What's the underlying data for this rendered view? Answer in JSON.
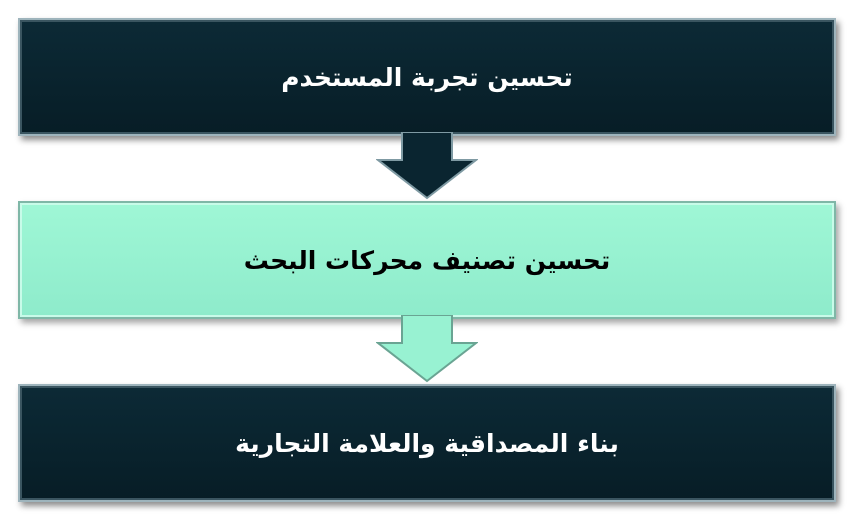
{
  "steps": [
    {
      "label": "تحسين تجربة المستخدم",
      "fill": "#0a2530",
      "text_color": "#ffffff"
    },
    {
      "label": "تحسين تصنيف محركات البحث",
      "fill": "#98f2d2",
      "text_color": "#000000"
    },
    {
      "label": "بناء المصداقية والعلامة التجارية",
      "fill": "#0a2530",
      "text_color": "#ffffff"
    }
  ],
  "arrows": [
    {
      "icon": "arrow-down-icon",
      "fill": "#0a2530"
    },
    {
      "icon": "arrow-down-icon",
      "fill": "#98f2d2"
    }
  ]
}
